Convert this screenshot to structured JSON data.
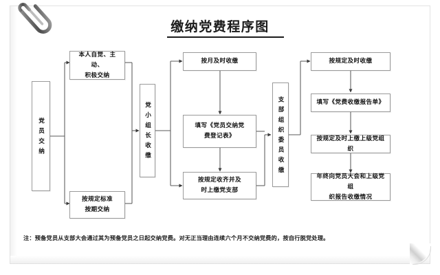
{
  "document": {
    "title": "缴纳党费程序图",
    "note": "注：预备党员从支部大会通过其为预备党员之日起交纳党费。对无正当理由连续六个月不交纳党费的，按自行脱党处理。",
    "paper_color": "#ffffff",
    "border_color": "#e2e2e2",
    "box_border_color": "#9a9a9a",
    "text_color": "#111111"
  },
  "flowchart": {
    "type": "process-flow",
    "orientation": "left-to-right",
    "stages": [
      {
        "id": "stage-member",
        "label": "党员交纳",
        "orientation": "vertical"
      },
      {
        "id": "stage-member-actions",
        "nodes": [
          {
            "id": "node-voluntary",
            "label": "本人自觉、主动、\n积极交纳"
          },
          {
            "id": "node-standard",
            "label": "按规定标准\n按期交纳"
          }
        ]
      },
      {
        "id": "stage-group-leader",
        "label": "党小组长收缴",
        "orientation": "vertical"
      },
      {
        "id": "stage-group-leader-actions",
        "nodes": [
          {
            "id": "node-monthly",
            "label": "按月及时收缴"
          },
          {
            "id": "node-register",
            "label": "填写《党员交纳党\n费登记表》"
          },
          {
            "id": "node-collect-branch",
            "label": "按规定收齐并及\n时上缴党支部"
          }
        ]
      },
      {
        "id": "stage-branch-officer",
        "label": "支部组织委员收缴",
        "orientation": "vertical"
      },
      {
        "id": "stage-branch-actions",
        "nodes": [
          {
            "id": "node-timely",
            "label": "按规定及时收缴"
          },
          {
            "id": "node-report-form",
            "label": "填写《党费收缴报告单》"
          },
          {
            "id": "node-remit-upper",
            "label": "按规定及时上缴上级党组织"
          },
          {
            "id": "node-year-end",
            "label": "年终向党员大会和上级党组\n织报告收缴情况"
          }
        ]
      }
    ]
  },
  "decoration": {
    "paperclip": "paperclip-icon",
    "page_curl": "page-curl-corner"
  }
}
